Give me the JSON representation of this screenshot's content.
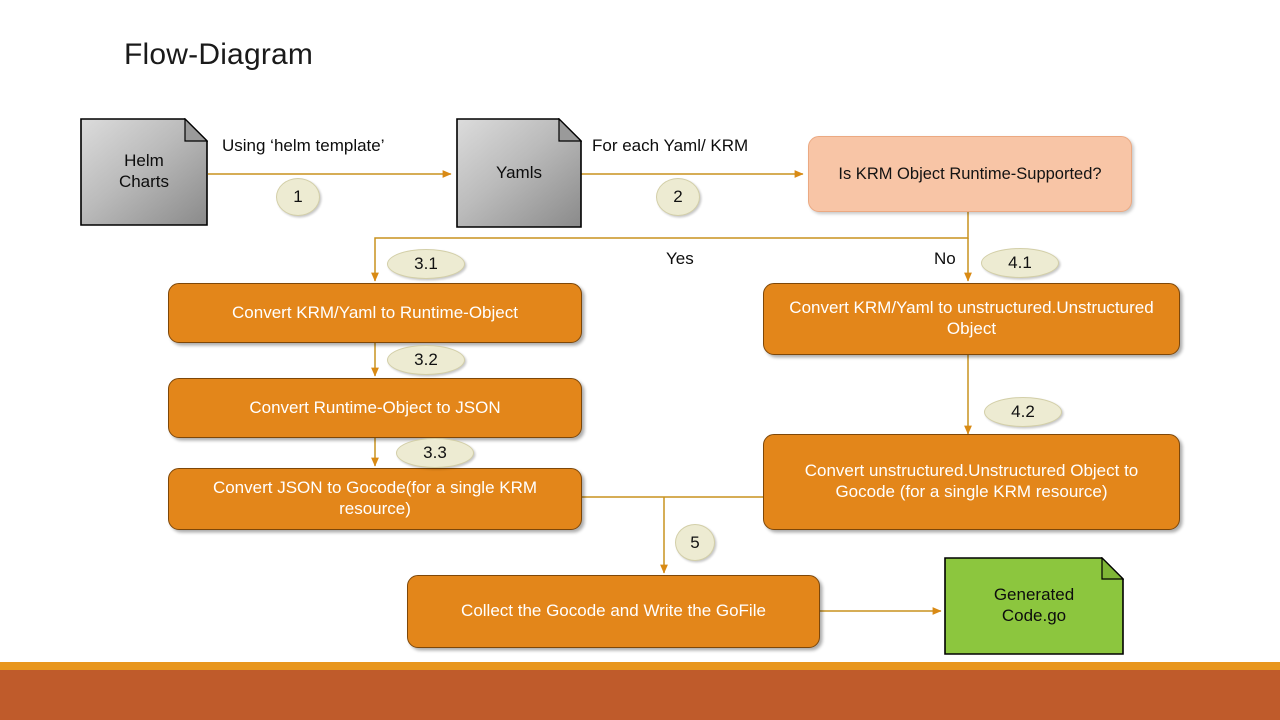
{
  "slide": {
    "title": "Flow-Diagram",
    "background": "#FFFFFF",
    "footer_stripe_color": "#E8961E",
    "footer_bar_color": "#BF5B2B"
  },
  "palette": {
    "process_fill": "#E3861A",
    "process_border": "#7E4708",
    "decision_fill": "#F8C5A6",
    "decision_border": "#EBA982",
    "document_fill_light": "#D6D6D6",
    "document_fill_dark": "#8E8E8E",
    "document_border": "#000000",
    "output_fill": "#8CC63E",
    "badge_fill": "#EDEBD2",
    "badge_border": "#D3CFA8",
    "connector": "#C8921F",
    "title_text": "#1A1A1A"
  },
  "nodes": {
    "helm_charts": {
      "label": "Helm\nCharts",
      "shape": "document",
      "fill": "#B4B4B4"
    },
    "yamls": {
      "label": "Yamls",
      "shape": "document",
      "fill": "#B4B4B4"
    },
    "decision": {
      "label": "Is KRM Object Runtime-Supported?",
      "shape": "rounded-rect",
      "fill": "#F8C5A6"
    },
    "convert_runtime_object": {
      "label": "Convert KRM/Yaml to Runtime-Object",
      "shape": "rounded-rect",
      "fill": "#E3861A"
    },
    "runtime_to_json": {
      "label": "Convert Runtime-Object to JSON",
      "shape": "rounded-rect",
      "fill": "#E3861A"
    },
    "json_to_gocode": {
      "label": "Convert JSON to Gocode(for a single KRM resource)",
      "shape": "rounded-rect",
      "fill": "#E3861A"
    },
    "convert_unstructured": {
      "label": "Convert KRM/Yaml to unstructured.Unstructured Object",
      "shape": "rounded-rect",
      "fill": "#E3861A"
    },
    "unstructured_to_gocode": {
      "label": "Convert unstructured.Unstructured Object to Gocode (for a single KRM resource)",
      "shape": "rounded-rect",
      "fill": "#E3861A"
    },
    "collect_gocode": {
      "label": "Collect the Gocode and Write the GoFile",
      "shape": "rounded-rect",
      "fill": "#E3861A"
    },
    "generated_code": {
      "label": "Generated\nCode.go",
      "shape": "document",
      "fill": "#8CC63E"
    }
  },
  "edge_labels": {
    "helm_to_yamls": "Using ‘helm template’",
    "yamls_to_decision": "For each Yaml/ KRM",
    "yes_branch": "Yes",
    "no_branch": "No"
  },
  "step_badges": {
    "s1": "1",
    "s2": "2",
    "s31": "3.1",
    "s32": "3.2",
    "s33": "3.3",
    "s41": "4.1",
    "s42": "4.2",
    "s5": "5"
  }
}
